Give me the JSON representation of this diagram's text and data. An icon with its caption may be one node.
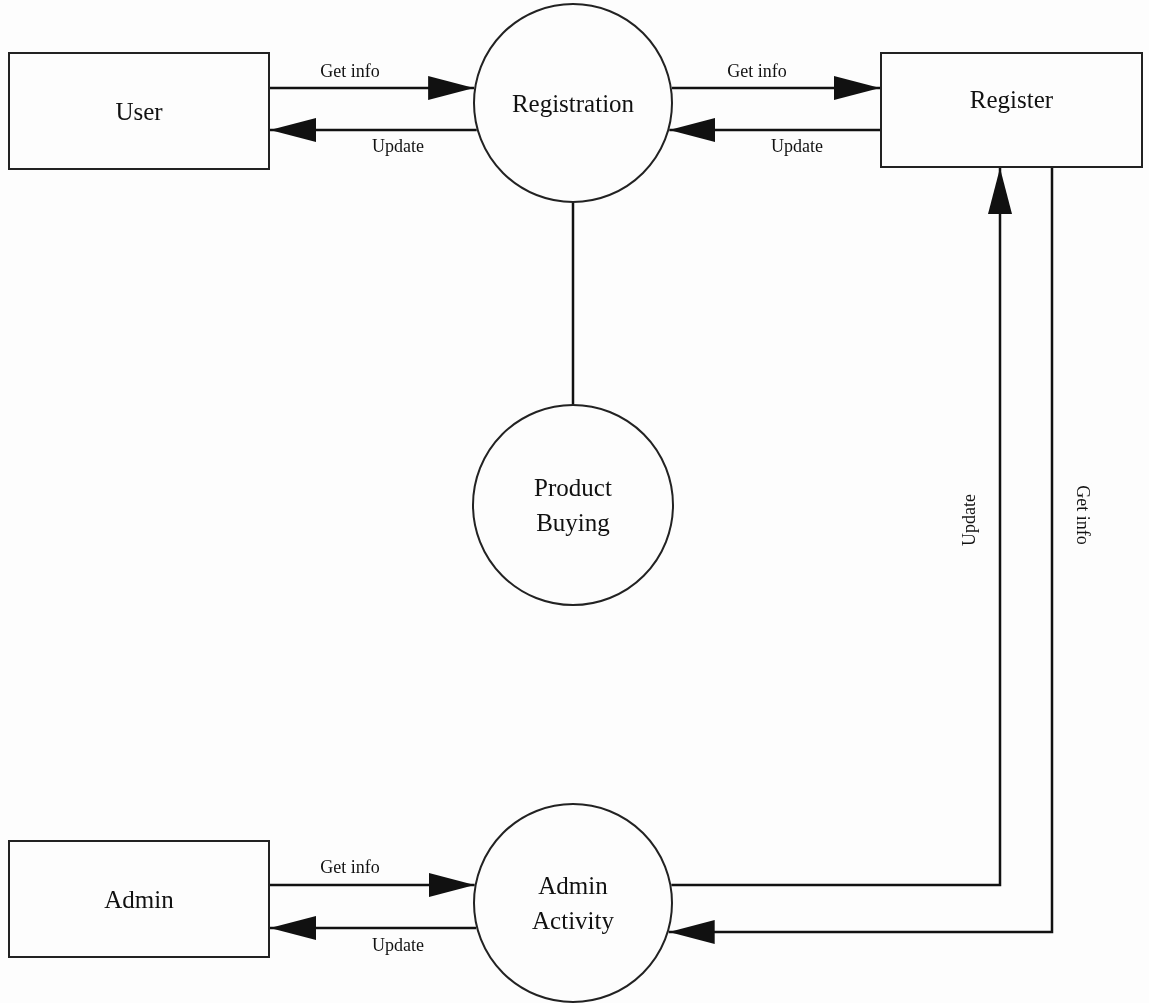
{
  "diagram": {
    "nodes": [
      {
        "text": [
          "User"
        ]
      },
      {
        "text": [
          "Registration"
        ]
      },
      {
        "text": [
          "Register"
        ]
      },
      {
        "text": [
          "Product Buying"
        ]
      },
      {
        "text": [
          "Admin"
        ]
      },
      {
        "text": [
          "Admin Activity"
        ]
      }
    ],
    "edges": [
      {
        "from": 0,
        "to": 1,
        "arrow": "to",
        "label": "Get info"
      },
      {
        "from": 1,
        "to": 0,
        "arrow": "to",
        "label": "Update"
      },
      {
        "from": 1,
        "to": 2,
        "arrow": "to",
        "label": "Get info"
      },
      {
        "from": 2,
        "to": 1,
        "arrow": "to",
        "label": "Update"
      },
      {
        "from": 1,
        "to": 3,
        "arrow": "none"
      },
      {
        "from": 4,
        "to": 5,
        "arrow": "to",
        "label": "Get info"
      },
      {
        "from": 5,
        "to": 4,
        "arrow": "to",
        "label": "Update"
      },
      {
        "from": 5,
        "to": 2,
        "arrow": "to",
        "label": "Update"
      },
      {
        "from": 2,
        "to": 5,
        "arrow": "to",
        "label": "Get info"
      }
    ]
  }
}
